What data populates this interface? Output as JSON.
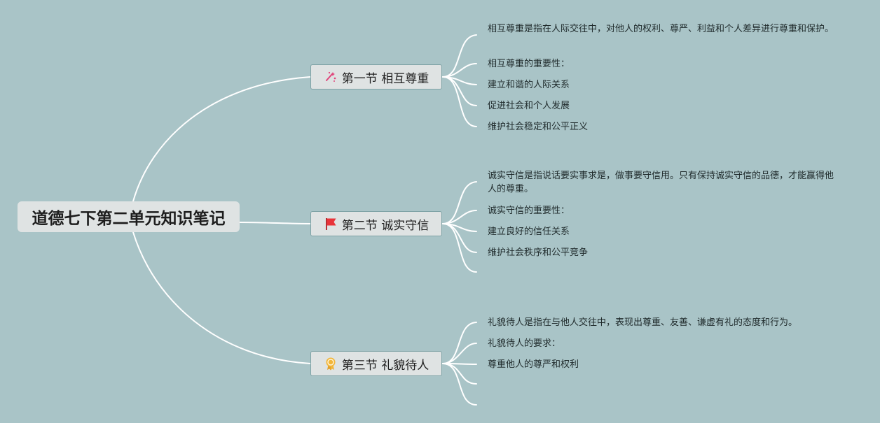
{
  "root": {
    "title": "道德七下第二单元知识笔记"
  },
  "branches": [
    {
      "title": "第一节 相互尊重",
      "icon": "sparkle-icon",
      "items": [
        "相互尊重是指在人际交往中，对他人的权利、尊严、利益和个人差异进行尊重和保护。",
        "相互尊重的重要性：",
        "建立和谐的人际关系",
        "促进社会和个人发展",
        "维护社会稳定和公平正义"
      ]
    },
    {
      "title": "第二节 诚实守信",
      "icon": "red-flag-icon",
      "items": [
        "诚实守信是指说话要实事求是，做事要守信用。只有保持诚实守信的品德，才能赢得他人的尊重。",
        "诚实守信的重要性：",
        "建立良好的信任关系",
        "维护社会秩序和公平竞争",
        ""
      ]
    },
    {
      "title": "第三节 礼貌待人",
      "icon": "award-badge-icon",
      "items": [
        "礼貌待人是指在与他人交往中，表现出尊重、友善、谦虚有礼的态度和行为。",
        "礼貌待人的要求：",
        "尊重他人的尊严和权利",
        "",
        ""
      ]
    }
  ],
  "colors": {
    "background": "#a9c4c7",
    "connector": "#ffffff",
    "node_fill": "#dfe3e3",
    "node_border": "#7fa3a6",
    "flag": "#e8343a",
    "badge": "#f2b63a",
    "sparkle": "#e0457b"
  }
}
